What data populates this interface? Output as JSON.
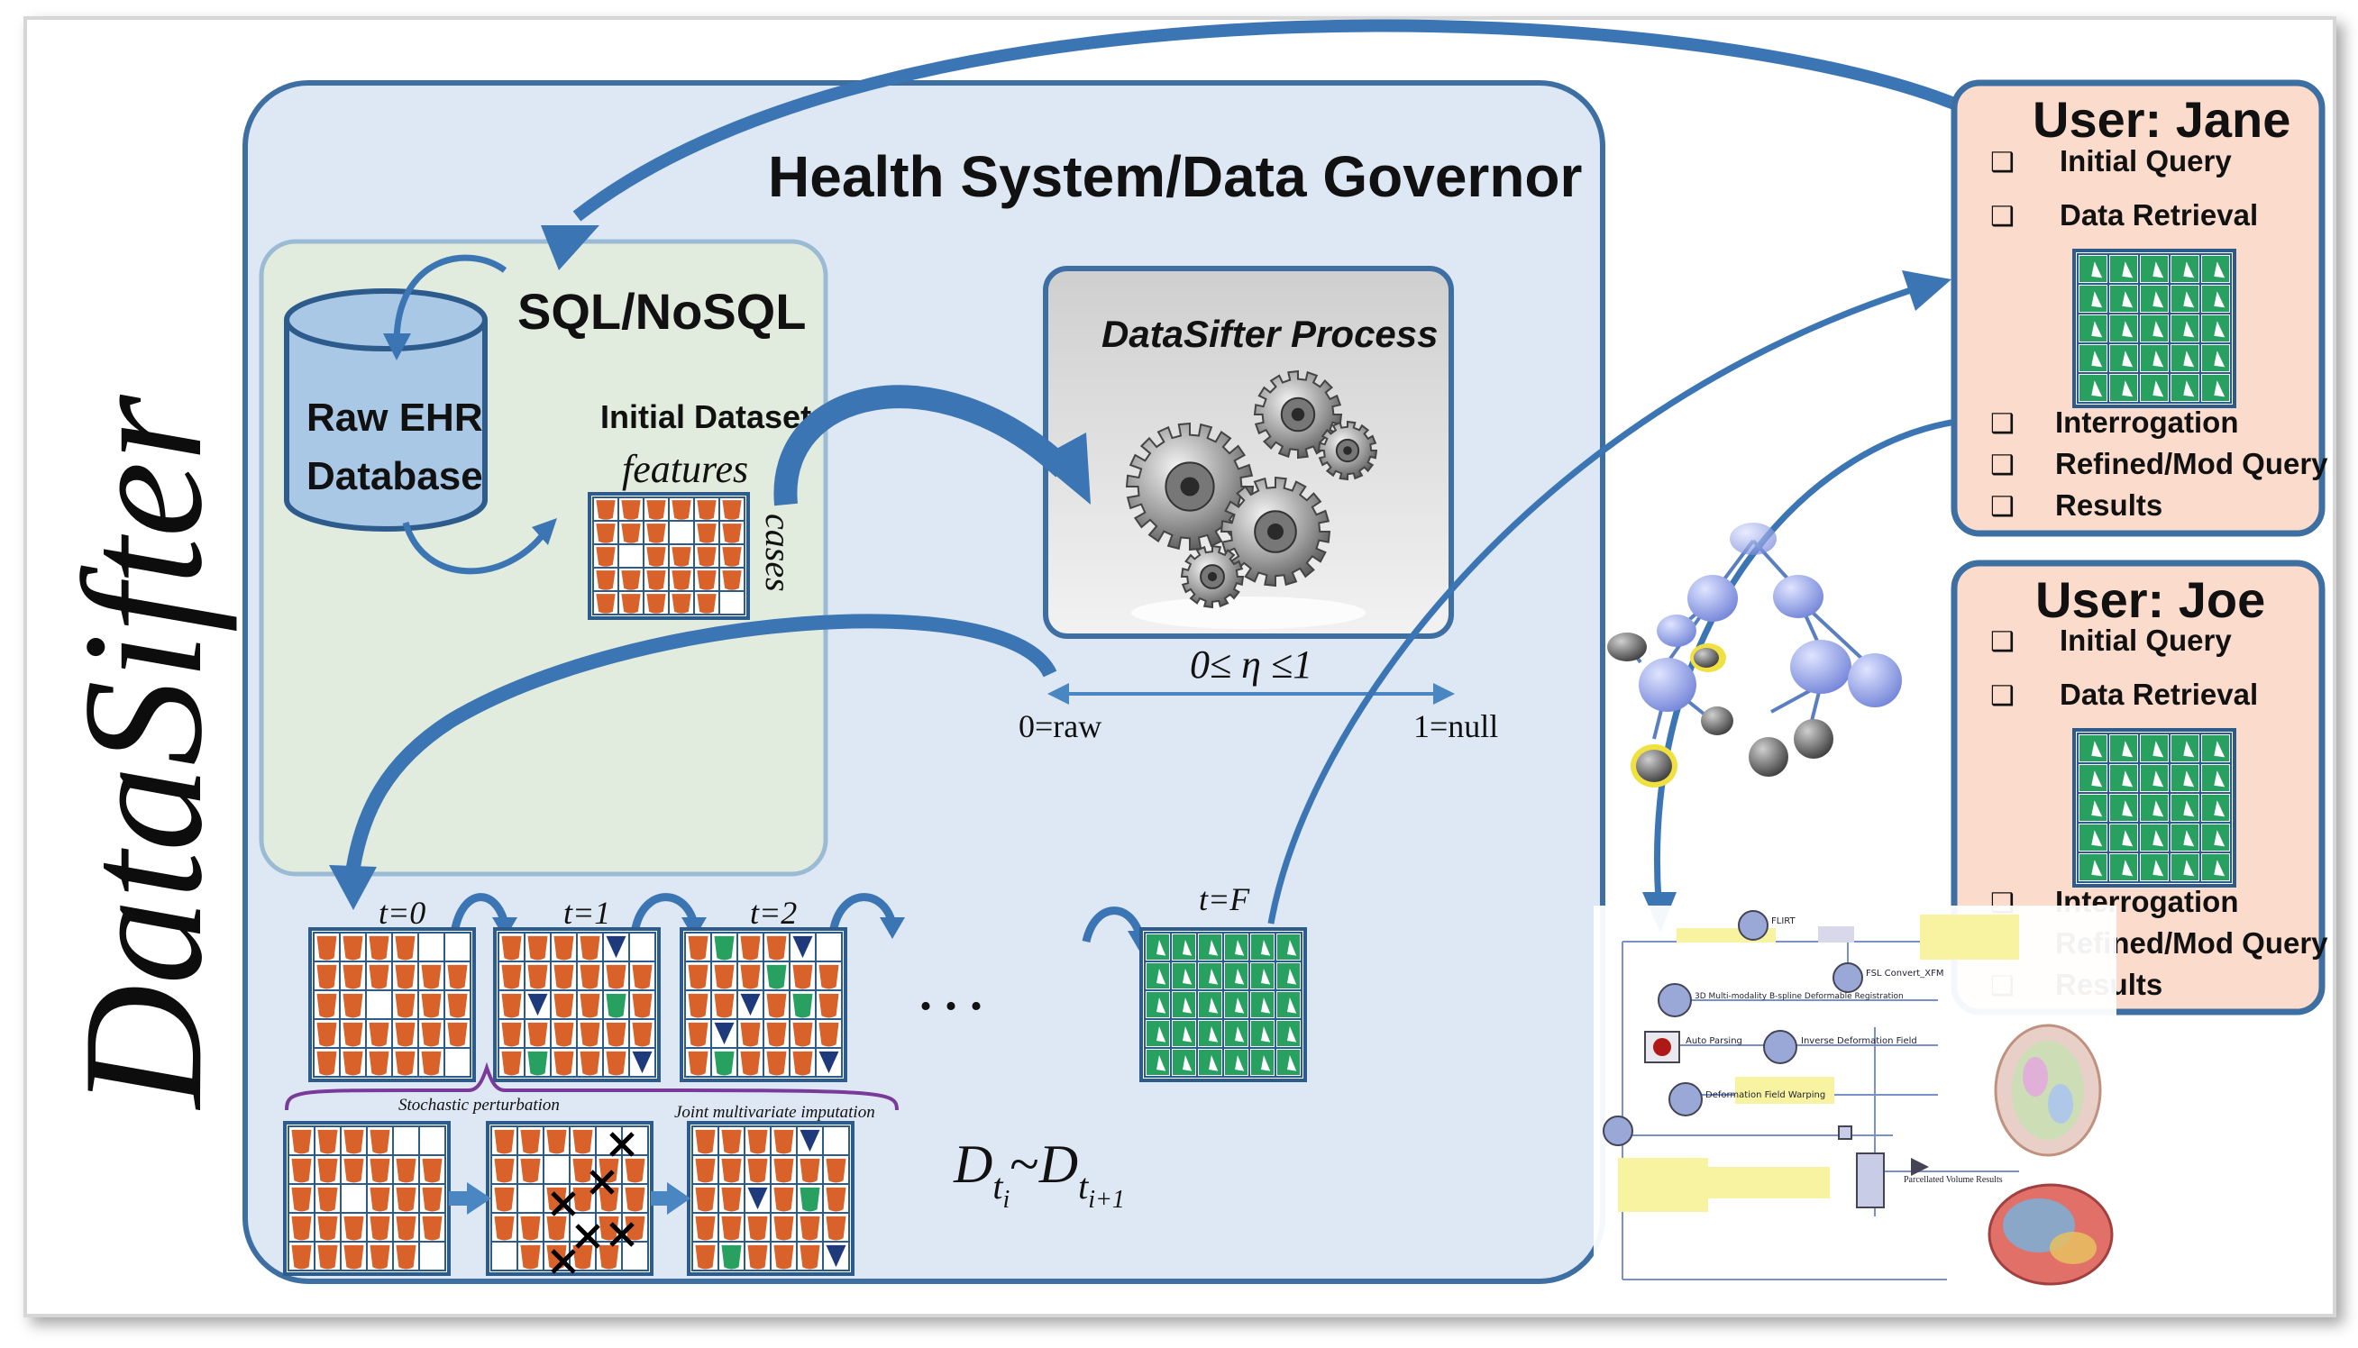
{
  "side_title": "DataSifter",
  "governor": {
    "title": "Health System/Data Governor",
    "sql_label": "SQL/NoSQL",
    "database_label_line1": "Raw EHR",
    "database_label_line2": "Database",
    "initial_dataset_label": "Initial Dataset",
    "features_label": "features",
    "cases_label": "cases",
    "process_title": "DataSifter Process",
    "eta_label": "0≤ η ≤1",
    "raw_label": "0=raw",
    "null_label": "1=null",
    "time_labels": [
      "t=0",
      "t=1",
      "t=2",
      "t=F"
    ],
    "ellipsis": ". . .",
    "stochastic_label": "Stochastic perturbation",
    "imputation_label": "Joint multivariate imputation",
    "formula_main": "D",
    "formula_sub1": "t",
    "formula_subsub1": "i",
    "formula_tilde": "~",
    "formula_sub2": "t",
    "formula_subsub2": "i+1"
  },
  "users": [
    {
      "name": "User: Jane",
      "items_top": [
        "Initial Query",
        "Data Retrieval"
      ],
      "items_bottom": [
        "Interrogation",
        "Refined/Mod Query",
        "Results"
      ]
    },
    {
      "name": "User: Joe",
      "items_top": [
        "Initial Query",
        "Data Retrieval"
      ],
      "items_bottom": [
        "Interrogation",
        "Refined/Mod Query",
        "Results"
      ]
    }
  ],
  "checkbox_glyph": "❑",
  "pipeline_texts": {
    "flirt": "FLIRT",
    "fsl": "FSL Convert_XFM",
    "bspline": "3D Multi-modality B-spline Deformable Registration",
    "autoparsing": "Auto Parsing",
    "inverse": "Inverse Deformation Field",
    "warping": "Deformation Field Warping",
    "results": "Parcellated Volume Results"
  },
  "colors": {
    "governor_fill": "#dde8f4",
    "panel_fill": "#e2ecde",
    "user_fill": "#fbdccc",
    "border_blue": "#3d6fa3",
    "orange": "#d9622a",
    "green": "#27a060",
    "navy": "#1f3a7a"
  }
}
